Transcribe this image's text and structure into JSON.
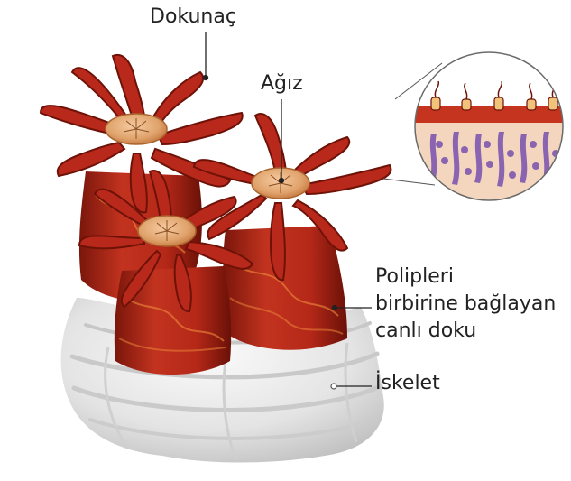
{
  "labels": {
    "tentacle": "Dokunaç",
    "mouth": "Ağız",
    "tissue_line1": "Polipleri",
    "tissue_line2": "birbirine bağlayan",
    "tissue_line3": "canlı doku",
    "skeleton": "İskelet"
  },
  "colors": {
    "polyp_red": "#b8281b",
    "polyp_dark": "#6e1208",
    "polyp_light": "#e0532c",
    "oral_disc": "#e9b27d",
    "skeleton": "#e6e6e6",
    "skeleton_shadow": "#b9b9b9",
    "cell_purple": "#8a64b0",
    "tissue_peach": "#f3d6bd"
  }
}
